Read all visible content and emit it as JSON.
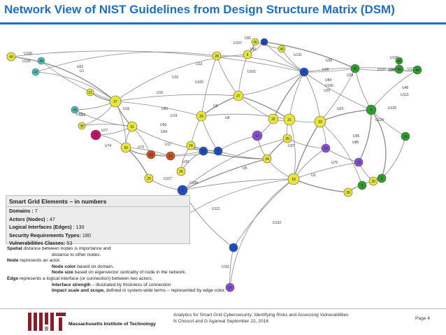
{
  "slide": {
    "title": "Network View of NIST Guidelines from Design Structure Matrix  (DSM)",
    "page_label": "Page 4"
  },
  "panel": {
    "heading": "Smart Grid Elements – in numbers",
    "stats": [
      {
        "label": "Domains :",
        "value": " 7"
      },
      {
        "label": "Actors (Nodes) :",
        "value": " 47"
      },
      {
        "label": "Logical Interfaces (Edges)",
        "value": " : 130"
      },
      {
        "label": "Security Requirements Types:",
        "value": " 180"
      },
      {
        "label": "Vulnerabilities Classes:",
        "value": " 53"
      }
    ]
  },
  "legend": {
    "spatial_bold": "Spatial",
    "spatial_text": " distance between nodes is importance and",
    "spatial_cont": "distance to other nodes.",
    "node_bold": "Node",
    "node_text": " represents an actor.",
    "color_bold": "Node color",
    "color_text": " based on domain.",
    "size_bold": "Node size",
    "size_text": " based on eigenvector centrality of node in the network.",
    "edge_bold": "Edge",
    "edge_text": " represents a logical interface (or connection) between two actors.",
    "strength_bold": "Interface strength",
    "strength_text": " – illustrated by thickness of connection",
    "impact_bold": "Impact scale and scope,",
    "impact_text": " defined in system-wide terms – represented by edge color."
  },
  "footer": {
    "line1": "Analytics for Smart Grid Cybersecurity: Identifying Risks and Assessing Vulnerabilities",
    "line2": "N Choucri and  G Agarwal  September 22, 2016",
    "institution": "Massachusetts Institute of Technology"
  },
  "colors": {
    "title": "#1f6fbf",
    "edge": "#8a8a8a",
    "yellow": "#e8e63a",
    "green": "#2e9e2e",
    "blue": "#1f4fbf",
    "teal": "#4fc0b8",
    "purple": "#8a4fd0",
    "orange": "#c8501e",
    "magenta": "#c8106a"
  },
  "network": {
    "nodes": [
      {
        "id": "49",
        "color": "yellow"
      },
      {
        "id": "46",
        "color": "teal"
      },
      {
        "id": "47",
        "color": "teal"
      },
      {
        "id": "22",
        "color": "yellow"
      },
      {
        "id": "45",
        "color": "teal"
      },
      {
        "id": "38",
        "color": "yellow"
      },
      {
        "id": "37",
        "color": "yellow"
      },
      {
        "id": "31",
        "color": "yellow"
      },
      {
        "id": "30",
        "color": "yellow"
      },
      {
        "id": "11",
        "color": "magenta"
      },
      {
        "id": "33",
        "color": "orange"
      },
      {
        "id": "25",
        "color": "yellow"
      },
      {
        "id": "17",
        "color": "orange"
      },
      {
        "id": "26",
        "color": "yellow"
      },
      {
        "id": "24",
        "color": "yellow"
      },
      {
        "id": "9",
        "color": "blue"
      },
      {
        "id": "1",
        "color": "blue"
      },
      {
        "id": "12",
        "color": "blue"
      },
      {
        "id": "8",
        "color": "blue"
      },
      {
        "id": "28",
        "color": "yellow"
      },
      {
        "id": "29",
        "color": "yellow"
      },
      {
        "id": "10",
        "color": "purple"
      },
      {
        "id": "6",
        "color": "yellow"
      },
      {
        "id": "36",
        "color": "yellow"
      },
      {
        "id": "15",
        "color": "blue"
      },
      {
        "id": "40",
        "color": "yellow"
      },
      {
        "id": "5",
        "color": "blue"
      },
      {
        "id": "27",
        "color": "yellow"
      },
      {
        "id": "34",
        "color": "yellow"
      },
      {
        "id": "32",
        "color": "yellow"
      },
      {
        "id": "35",
        "color": "yellow"
      },
      {
        "id": "21",
        "color": "yellow"
      },
      {
        "id": "19",
        "color": "purple"
      },
      {
        "id": "18",
        "color": "yellow"
      },
      {
        "id": "23",
        "color": "yellow"
      },
      {
        "id": "7",
        "color": "blue"
      },
      {
        "id": "14",
        "color": "purple"
      },
      {
        "id": "13",
        "color": "purple"
      },
      {
        "id": "20",
        "color": "yellow"
      },
      {
        "id": "39",
        "color": "yellow"
      },
      {
        "id": "3",
        "color": "green"
      },
      {
        "id": "2",
        "color": "green"
      },
      {
        "id": "41",
        "color": "green"
      },
      {
        "id": "4",
        "color": "green"
      },
      {
        "id": "43",
        "color": "green"
      },
      {
        "id": "42",
        "color": "green"
      },
      {
        "id": "44",
        "color": "green"
      },
      {
        "id": "16",
        "color": "green"
      }
    ],
    "edge_labels": [
      "U136",
      "U126",
      "U1",
      "U62",
      "U13",
      "U10",
      "U100",
      "U15",
      "U65",
      "U14",
      "U16",
      "U18",
      "U74",
      "U77",
      "U79",
      "U72",
      "U56",
      "U54",
      "U17",
      "U33",
      "U127",
      "U109",
      "U108",
      "U112",
      "U133",
      "U111",
      "U107",
      "U101",
      "U9",
      "U8",
      "U5",
      "U91",
      "U131",
      "U61",
      "U28",
      "U29",
      "U84",
      "U35",
      "U106",
      "U25",
      "U23",
      "U120",
      "U105",
      "U137",
      "U128",
      "U138",
      "U113",
      "U124",
      "U95",
      "U86",
      "U129",
      "U48",
      "U37",
      "U75",
      "U3",
      "U49"
    ]
  }
}
